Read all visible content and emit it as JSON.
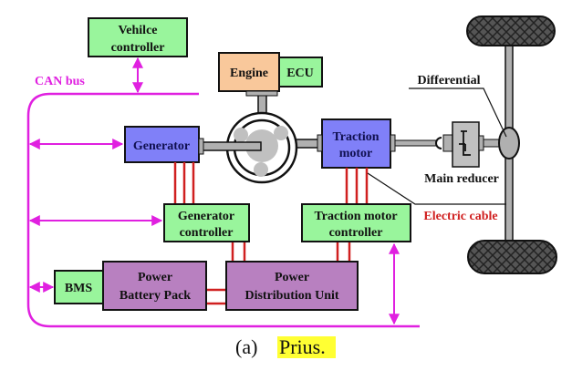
{
  "labels": {
    "vehicle_controller_1": "Vehilce",
    "vehicle_controller_2": "controller",
    "can_bus": "CAN bus",
    "engine": "Engine",
    "ecu": "ECU",
    "generator": "Generator",
    "traction_motor_1": "Traction",
    "traction_motor_2": "motor",
    "differential": "Differential",
    "main_reducer": "Main reducer",
    "electric_cable": "Electric cable",
    "generator_controller_1": "Generator",
    "generator_controller_2": "controller",
    "traction_controller_1": "Traction motor",
    "traction_controller_2": "controller",
    "bms": "BMS",
    "battery_1": "Power",
    "battery_2": "Battery Pack",
    "pdu_1": "Power",
    "pdu_2": "Distribution Unit"
  },
  "caption": {
    "prefix": "(a)",
    "name": "Prius."
  },
  "colors": {
    "can_bus": "#e020e0",
    "controller": "#99f59c",
    "engine": "#f9c89b",
    "motor": "#8080f8",
    "power": "#b880c0",
    "cable": "#d02020",
    "shaft": "#b0b0b0",
    "highlight": "#ffff33"
  }
}
